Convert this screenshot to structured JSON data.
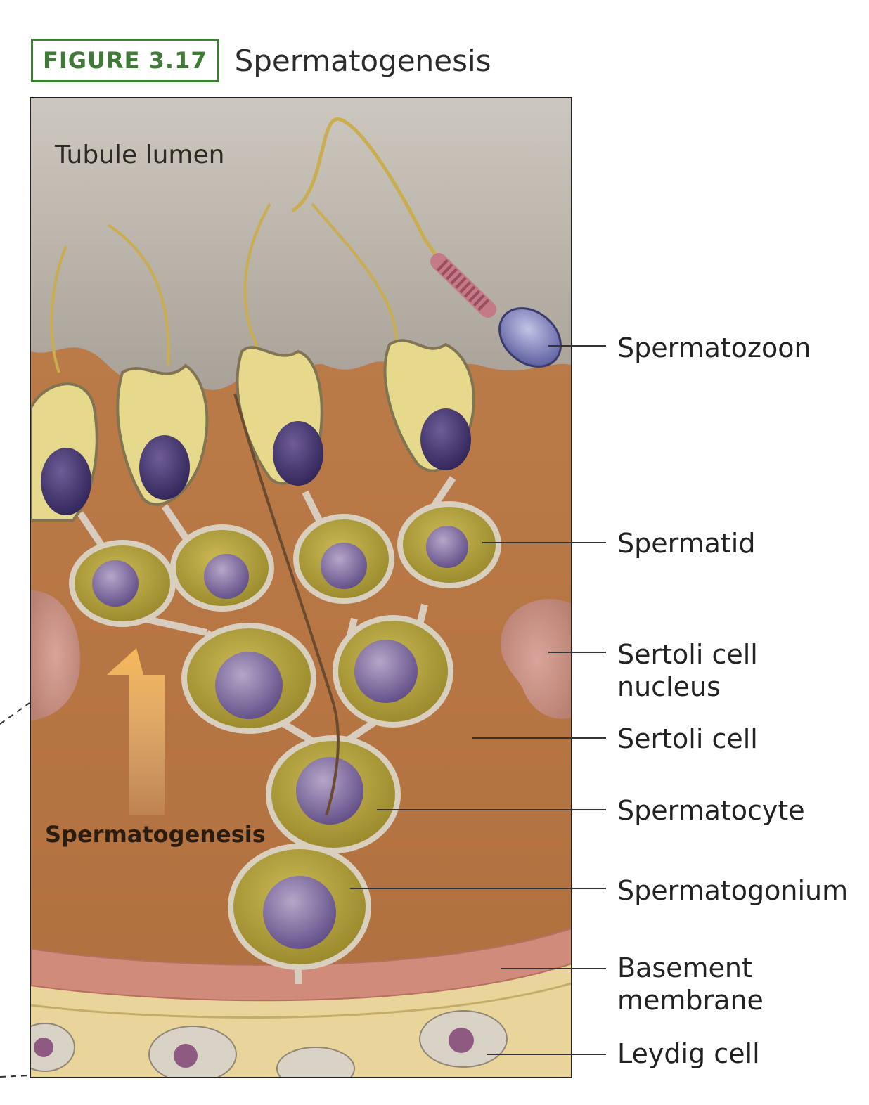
{
  "figure": {
    "number": "FIGURE 3.17",
    "title": "Spermatogenesis"
  },
  "diagram": {
    "region_label": "Tubule lumen",
    "arrow_label": "Spermatogenesis",
    "labels": [
      {
        "id": "spermatozoon",
        "lines": [
          "Spermatozoon"
        ]
      },
      {
        "id": "spermatid",
        "lines": [
          "Spermatid"
        ]
      },
      {
        "id": "sertoli-cell-nucleus",
        "lines": [
          "Sertoli cell",
          "nucleus"
        ]
      },
      {
        "id": "sertoli-cell",
        "lines": [
          "Sertoli cell"
        ]
      },
      {
        "id": "spermatocyte",
        "lines": [
          "Spermatocyte"
        ]
      },
      {
        "id": "spermatogonium",
        "lines": [
          "Spermatogonium"
        ]
      },
      {
        "id": "basement-membrane",
        "lines": [
          "Basement",
          "membrane"
        ]
      },
      {
        "id": "leydig-cell",
        "lines": [
          "Leydig cell"
        ]
      }
    ]
  }
}
